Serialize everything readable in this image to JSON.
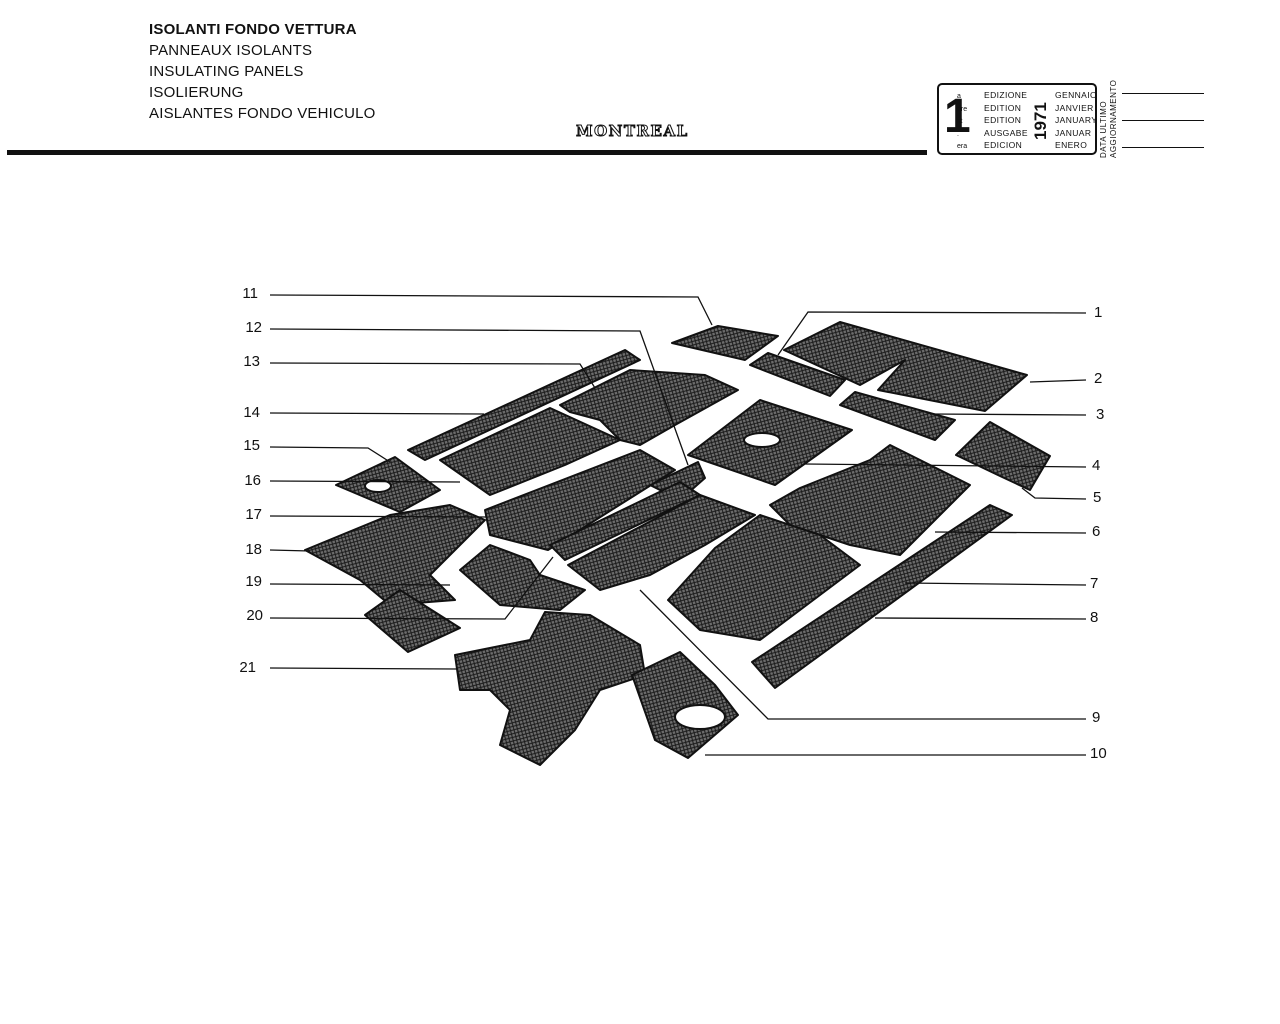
{
  "header": {
    "titles": [
      "ISOLANTI FONDO VETTURA",
      "PANNEAUX ISOLANTS",
      "INSULATING PANELS",
      "ISOLIERUNG",
      "AISLANTES FONDO VEHICULO"
    ],
    "model_logo": "MONTREAL"
  },
  "edition_box": {
    "number": "1",
    "suffixes": [
      "a",
      "ere",
      "st",
      ".",
      "era"
    ],
    "labels": [
      "EDIZIONE",
      "EDITION",
      "EDITION",
      "AUSGABE",
      "EDICION"
    ],
    "year": "1971",
    "months": [
      "GENNAIO",
      "JANVIER",
      "JANUARY",
      "JANUAR",
      "ENERO"
    ],
    "update_label_line1": "DATA ULTIMO",
    "update_label_line2": "AGGIORNAMENTO"
  },
  "callouts": {
    "left": [
      "11",
      "12",
      "13",
      "14",
      "15",
      "16",
      "17",
      "18",
      "19",
      "20",
      "21"
    ],
    "right": [
      "1",
      "2",
      "3",
      "4",
      "5",
      "6",
      "7",
      "8",
      "9",
      "10"
    ]
  },
  "colors": {
    "ink": "#111111",
    "paper": "#ffffff"
  }
}
